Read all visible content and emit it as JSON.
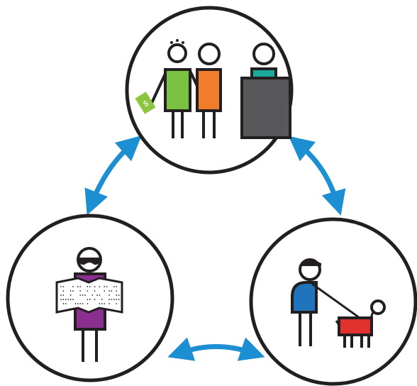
{
  "diagram": {
    "nodes": [
      {
        "id": "top",
        "scene": "people-at-counter",
        "icons": [
          "person-green-holding-cash-icon",
          "person-orange-icon",
          "cashier-at-counter-icon",
          "cash-icon"
        ]
      },
      {
        "id": "left",
        "scene": "blind-person-reading-braille",
        "icons": [
          "person-with-sunglasses-icon",
          "braille-sheet-icon"
        ]
      },
      {
        "id": "right",
        "scene": "person-walking-guide-dog",
        "icons": [
          "person-with-cap-icon",
          "dog-icon",
          "leash-icon"
        ]
      }
    ],
    "connectors": [
      {
        "from": "top",
        "to": "left",
        "style": "double-arrow"
      },
      {
        "from": "top",
        "to": "right",
        "style": "double-arrow"
      },
      {
        "from": "left",
        "to": "right",
        "style": "double-arrow"
      }
    ]
  },
  "colors": {
    "outline": "#231f20",
    "arrow": "#1b8fd1",
    "cash": "#8cc63f",
    "green_shirt": "#7cc242",
    "orange_shirt": "#f07c2c",
    "cashier_shirt": "#1aa99b",
    "counter": "#58585a",
    "purple_shirt": "#8b2f90",
    "blue_shirt": "#1f74bb",
    "dog_coat": "#e0312f",
    "paper": "#ffffff"
  }
}
